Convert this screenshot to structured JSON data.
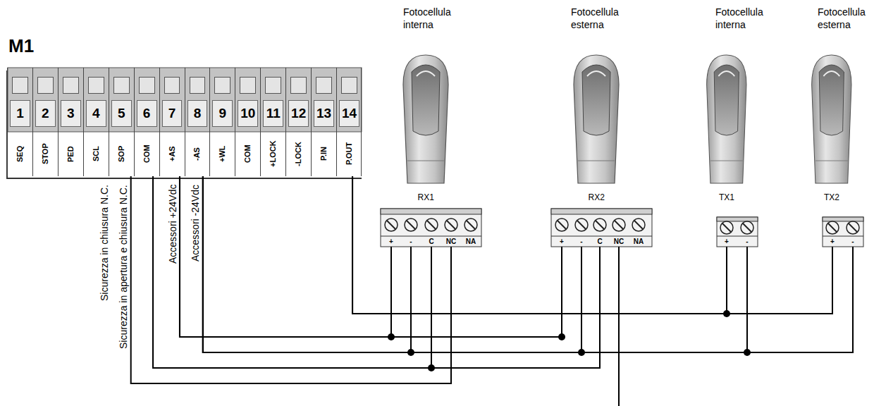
{
  "diagram": {
    "nodes": [
      {
        "text": [
          "M1"
        ]
      },
      {
        "text": [
          "1",
          "SEQ"
        ],
        "in": 0
      },
      {
        "text": [
          "2",
          "STOP"
        ],
        "in": 0
      },
      {
        "text": [
          "3",
          "PED"
        ],
        "in": 0
      },
      {
        "text": [
          "4",
          "SCL"
        ],
        "in": 0
      },
      {
        "text": [
          "5",
          "SOP"
        ],
        "in": 0
      },
      {
        "text": [
          "6",
          "COM"
        ],
        "in": 0
      },
      {
        "text": [
          "7",
          "+AS"
        ],
        "in": 0
      },
      {
        "text": [
          "8",
          "-AS"
        ],
        "in": 0
      },
      {
        "text": [
          "9",
          "+WL"
        ],
        "in": 0
      },
      {
        "text": [
          "10",
          "COM"
        ],
        "in": 0
      },
      {
        "text": [
          "11",
          "+LOCK"
        ],
        "in": 0
      },
      {
        "text": [
          "12",
          "-LOCK"
        ],
        "in": 0
      },
      {
        "text": [
          "13",
          "P.IN"
        ],
        "in": 0
      },
      {
        "text": [
          "14",
          "P.OUT"
        ],
        "in": 0
      },
      {
        "text": [
          "Fotocellula interna",
          "RX1"
        ]
      },
      {
        "text": [
          "+"
        ],
        "in": 15
      },
      {
        "text": [
          "-"
        ],
        "in": 15
      },
      {
        "text": [
          "C"
        ],
        "in": 15
      },
      {
        "text": [
          "NC"
        ],
        "in": 15
      },
      {
        "text": [
          "NA"
        ],
        "in": 15
      },
      {
        "text": [
          "Fotocellula esterna",
          "RX2"
        ]
      },
      {
        "text": [
          "+"
        ],
        "in": 21
      },
      {
        "text": [
          "-"
        ],
        "in": 21
      },
      {
        "text": [
          "C"
        ],
        "in": 21
      },
      {
        "text": [
          "NC"
        ],
        "in": 21
      },
      {
        "text": [
          "NA"
        ],
        "in": 21
      },
      {
        "text": [
          "Fotocellula interna",
          "TX1"
        ]
      },
      {
        "text": [
          "+"
        ],
        "in": 27
      },
      {
        "text": [
          "-"
        ],
        "in": 27
      },
      {
        "text": [
          "Fotocellula esterna",
          "TX2"
        ]
      },
      {
        "text": [
          "+"
        ],
        "in": 30
      },
      {
        "text": [
          "-"
        ],
        "in": 30
      }
    ],
    "edges": [
      {
        "from": 14,
        "to": 28,
        "arrow": "none"
      },
      {
        "from": 14,
        "to": 31,
        "arrow": "none"
      },
      {
        "from": 7,
        "to": 16,
        "arrow": "none"
      },
      {
        "from": 7,
        "to": 22,
        "arrow": "none"
      },
      {
        "from": 8,
        "to": 17,
        "arrow": "none"
      },
      {
        "from": 8,
        "to": 23,
        "arrow": "none"
      },
      {
        "from": 8,
        "to": 29,
        "arrow": "none"
      },
      {
        "from": 8,
        "to": 32,
        "arrow": "none"
      },
      {
        "from": 6,
        "to": 18,
        "arrow": "none"
      },
      {
        "from": 6,
        "to": 24,
        "arrow": "none"
      },
      {
        "from": 5,
        "to": 19,
        "arrow": "none"
      }
    ],
    "labels": [
      "Sicurezza in chiusura N.C.",
      "Sicurezza in apertura e chiusura N.C.",
      "Accessori +24Vdc",
      "Accessori -24Vdc"
    ]
  }
}
